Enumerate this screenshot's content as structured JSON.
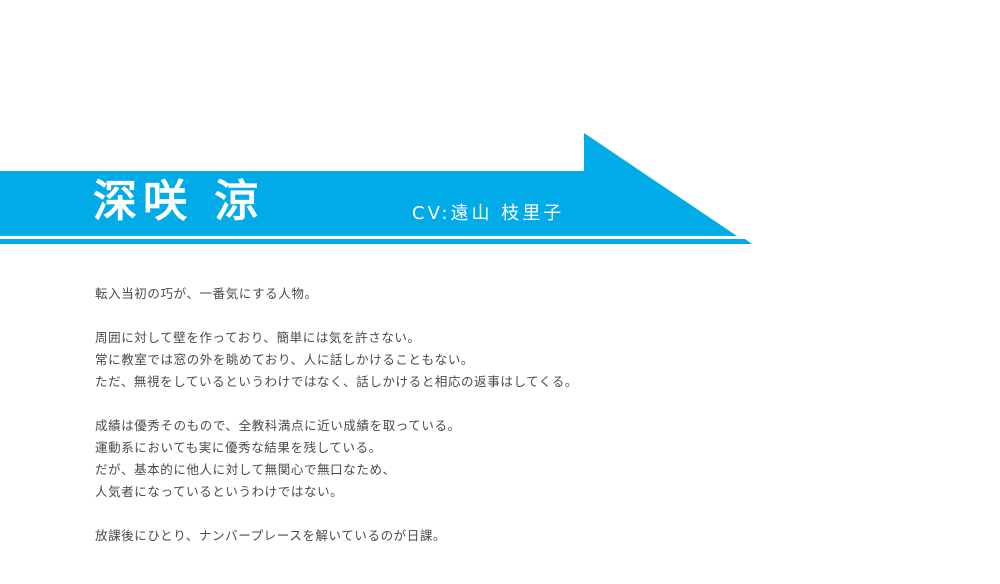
{
  "colors": {
    "banner_blue": "#00abe8",
    "body_text": "#4a4a4a",
    "background": "#ffffff"
  },
  "character": {
    "name": "深咲 涼",
    "cv": "CV:遠山 枝里子"
  },
  "description": {
    "lines": [
      "転入当初の巧が、一番気にする人物。",
      "",
      "周囲に対して壁を作っており、簡単には気を許さない。",
      "常に教室では窓の外を眺めており、人に話しかけることもない。",
      "ただ、無視をしているというわけではなく、話しかけると相応の返事はしてくる。",
      "",
      "成績は優秀そのもので、全教科満点に近い成績を取っている。",
      "運動系においても実に優秀な結果を残している。",
      "だが、基本的に他人に対して無関心で無口なため、",
      "人気者になっているというわけではない。",
      "",
      "放課後にひとり、ナンバープレースを解いているのが日課。"
    ]
  }
}
